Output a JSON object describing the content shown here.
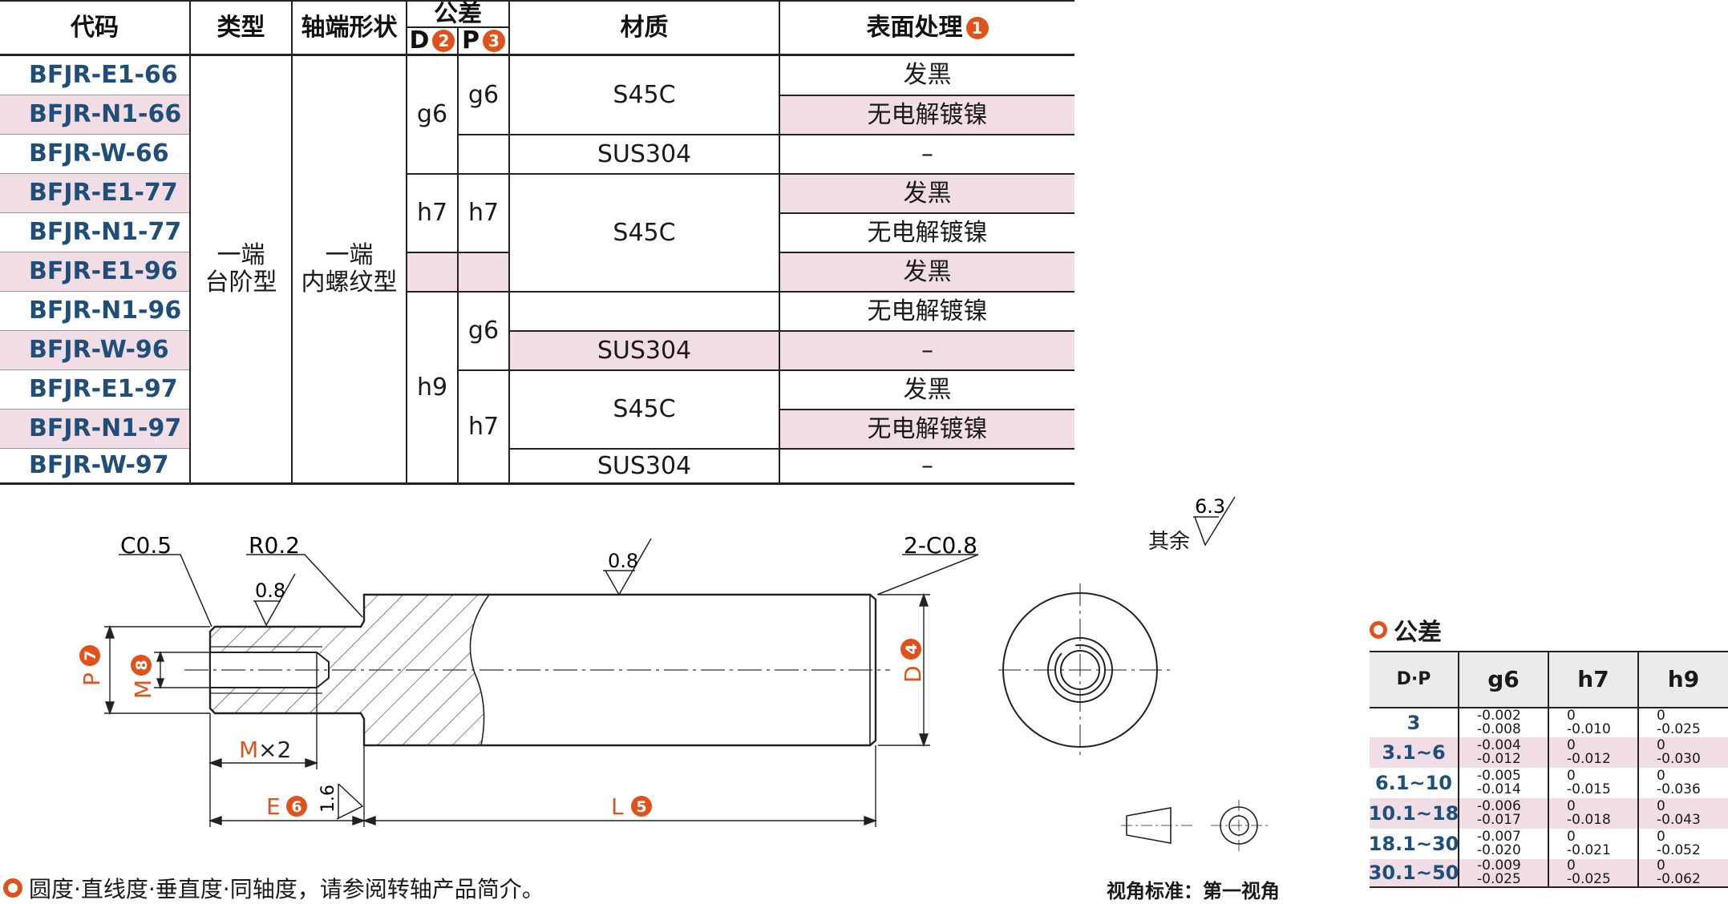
{
  "table": {
    "headers": {
      "code": "代码",
      "type": "类型",
      "shaft_end": "轴端形状",
      "tolerance": "公差",
      "d": "D",
      "d_badge": "2",
      "p": "P",
      "p_badge": "3",
      "material": "材质",
      "surface": "表面处理",
      "surface_badge": "1"
    },
    "codes": [
      "BFJR-E1-66",
      "BFJR-N1-66",
      "BFJR-W-66",
      "BFJR-E1-77",
      "BFJR-N1-77",
      "BFJR-E1-96",
      "BFJR-N1-96",
      "BFJR-W-96",
      "BFJR-E1-97",
      "BFJR-N1-97",
      "BFJR-W-97"
    ],
    "type_line1": "一端",
    "type_line2": "台阶型",
    "shaft_line1": "一端",
    "shaft_line2": "内螺纹型",
    "d_vals": [
      "g6",
      "h7",
      "h9"
    ],
    "p_vals": [
      "g6",
      "h7",
      "g6",
      "h7"
    ],
    "materials": [
      "S45C",
      "SUS304",
      "S45C",
      "SUS304",
      "S45C",
      "SUS304"
    ],
    "surfaces": [
      "发黑",
      "无电解镀镍",
      "–",
      "发黑",
      "无电解镀镍",
      "发黑",
      "无电解镀镍",
      "–",
      "发黑",
      "无电解镀镍",
      "–"
    ]
  },
  "drawing": {
    "c05": "C0.5",
    "r02": "R0.2",
    "rough_08_a": "0.8",
    "rough_08_b": "0.8",
    "c08": "2-C0.8",
    "rough_63": "6.3",
    "other": "其余",
    "p": "P",
    "p_badge": "7",
    "m": "M",
    "m_badge": "8",
    "d": "D",
    "d_badge": "4",
    "mx2_m": "M",
    "mx2_x": "×2",
    "e": "E",
    "e_badge": "6",
    "l": "L",
    "l_badge": "5",
    "rough_16": "1.6"
  },
  "tolerance": {
    "title": "公差",
    "headers": [
      "D·P",
      "g6",
      "h7",
      "h9"
    ],
    "rows": [
      {
        "dp": "3",
        "g6": [
          "-0.002",
          "-0.008"
        ],
        "h7": [
          "0",
          "-0.010"
        ],
        "h9": [
          "0",
          "-0.025"
        ]
      },
      {
        "dp": "3.1~6",
        "g6": [
          "-0.004",
          "-0.012"
        ],
        "h7": [
          "0",
          "-0.012"
        ],
        "h9": [
          "0",
          "-0.030"
        ]
      },
      {
        "dp": "6.1~10",
        "g6": [
          "-0.005",
          "-0.014"
        ],
        "h7": [
          "0",
          "-0.015"
        ],
        "h9": [
          "0",
          "-0.036"
        ]
      },
      {
        "dp": "10.1~18",
        "g6": [
          "-0.006",
          "-0.017"
        ],
        "h7": [
          "0",
          "-0.018"
        ],
        "h9": [
          "0",
          "-0.043"
        ]
      },
      {
        "dp": "18.1~30",
        "g6": [
          "-0.007",
          "-0.020"
        ],
        "h7": [
          "0",
          "-0.021"
        ],
        "h9": [
          "0",
          "-0.052"
        ]
      },
      {
        "dp": "30.1~50",
        "g6": [
          "-0.009",
          "-0.025"
        ],
        "h7": [
          "0",
          "-0.025"
        ],
        "h9": [
          "0",
          "-0.062"
        ]
      }
    ]
  },
  "footnote": "圆度·直线度·垂直度·同轴度，请参阅转轴产品简介。",
  "view_standard": "视角标准：第一视角",
  "colors": {
    "accent": "#e0521c",
    "code": "#1f4e79",
    "stripe": "#f1dde6"
  }
}
